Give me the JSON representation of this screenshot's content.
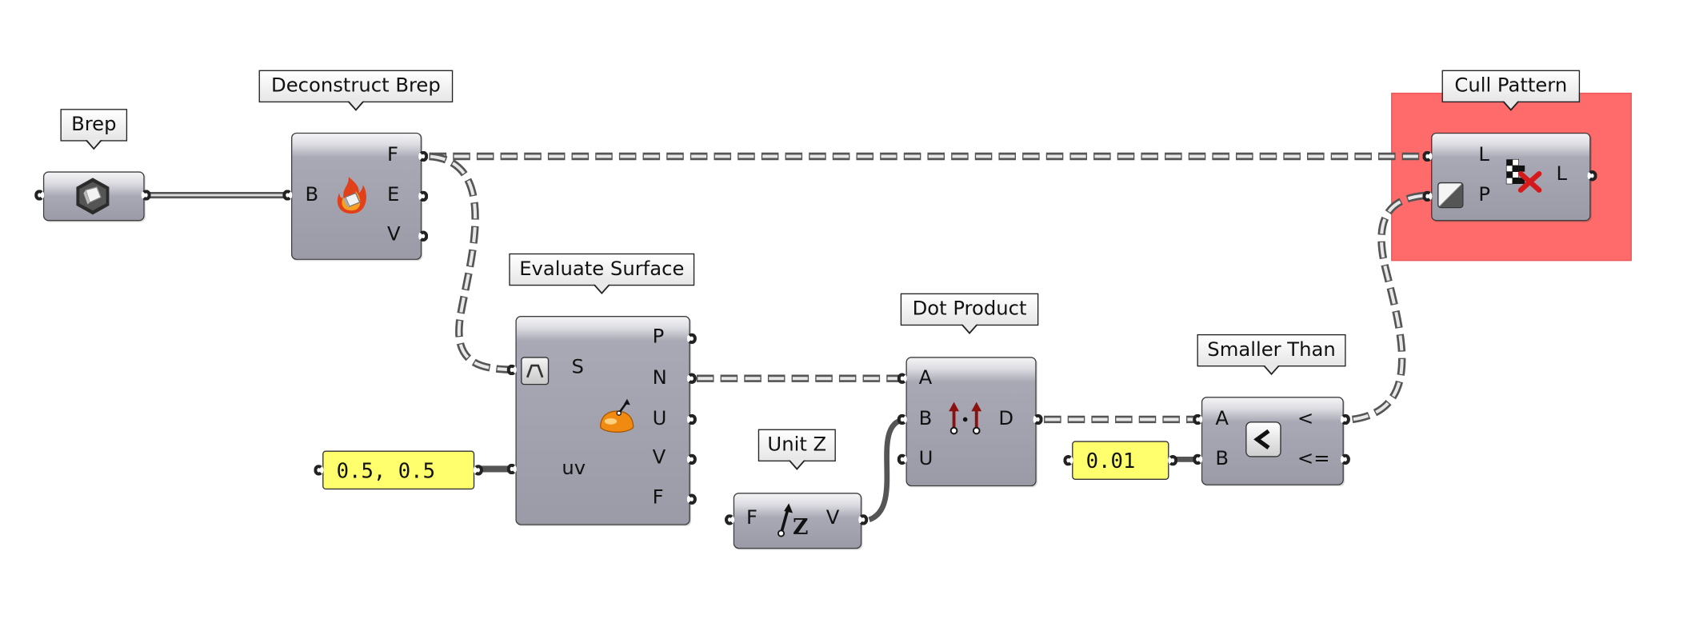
{
  "nodes": {
    "brep": {
      "tag": "Brep"
    },
    "deconstruct_brep": {
      "tag": "Deconstruct Brep",
      "input_b": "B",
      "output_f": "F",
      "output_e": "E",
      "output_v": "V"
    },
    "evaluate_surface": {
      "tag": "Evaluate Surface",
      "input_s": "S",
      "input_uv": "uv",
      "output_p": "P",
      "output_n": "N",
      "output_u": "U",
      "output_v": "V",
      "output_f": "F"
    },
    "uv_panel": {
      "value": "0.5, 0.5"
    },
    "unit_z": {
      "tag": "Unit Z",
      "input_f": "F",
      "output_v": "V"
    },
    "dot_product": {
      "tag": "Dot Product",
      "input_a": "A",
      "input_b": "B",
      "input_u": "U",
      "output_d": "D"
    },
    "tolerance_panel": {
      "value": "0.01"
    },
    "smaller_than": {
      "tag": "Smaller Than",
      "input_a": "A",
      "input_b": "B",
      "output_lt": "<",
      "output_le": "<="
    },
    "cull_pattern": {
      "tag": "Cull Pattern",
      "input_l": "L",
      "input_p": "P",
      "output_l": "L"
    }
  },
  "colors": {
    "canvas": "#ffffff",
    "component_body": "#a3a3ae",
    "wire": "#6a6a6a",
    "panel": "#ffff6e",
    "selected_group": "#ff6b6b"
  },
  "icons": {
    "brep": "brep-hexagon-icon",
    "deconstruct_brep": "flaming-brep-icon",
    "evaluate_surface": "surface-point-icon",
    "unit_z": "unit-z-vector-icon",
    "dot_product": "dot-product-arrows-icon",
    "smaller_than": "less-than-icon",
    "cull_pattern": "cull-checker-icon"
  }
}
